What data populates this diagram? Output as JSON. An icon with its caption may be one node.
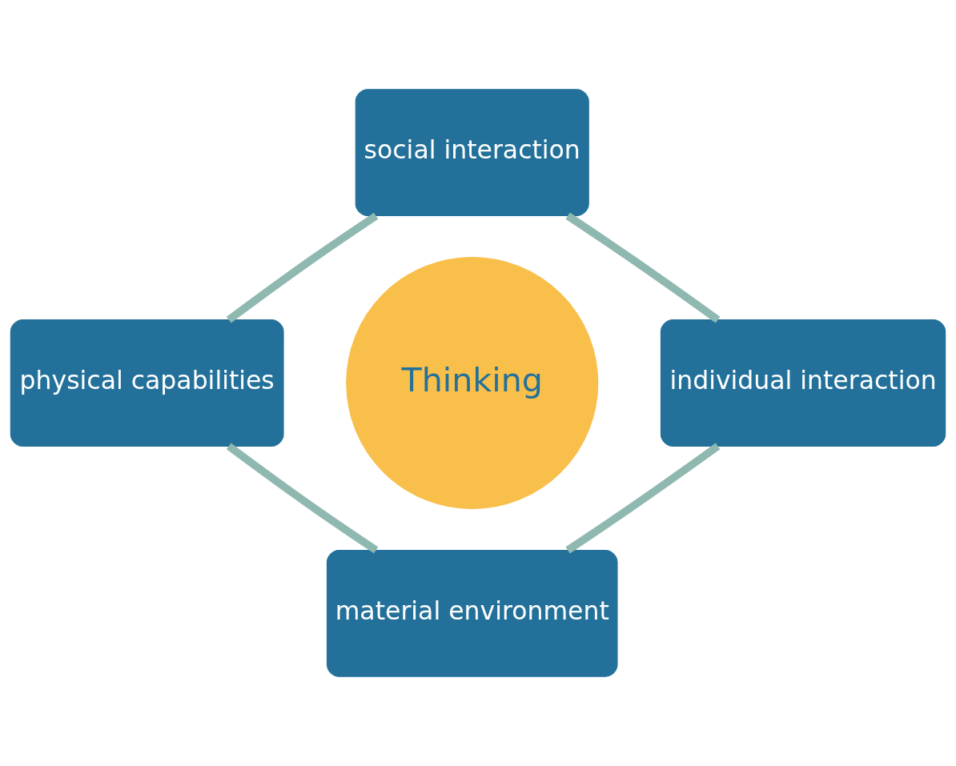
{
  "diagram": {
    "nodes": [
      {
        "text": [
          "social interaction"
        ]
      },
      {
        "text": [
          "physical capabilities"
        ]
      },
      {
        "text": [
          "Thinking"
        ]
      },
      {
        "text": [
          "individual interaction"
        ]
      },
      {
        "text": [
          "material environment"
        ]
      }
    ],
    "edges": [
      {
        "from": 0,
        "to": 3,
        "arrow": "none",
        "color": "#8fb8b0"
      },
      {
        "from": 3,
        "to": 4,
        "arrow": "none",
        "color": "#8fb8b0"
      },
      {
        "from": 4,
        "to": 1,
        "arrow": "none",
        "color": "#8fb8b0"
      },
      {
        "from": 1,
        "to": 0,
        "arrow": "none",
        "color": "#8fb8b0"
      }
    ]
  }
}
